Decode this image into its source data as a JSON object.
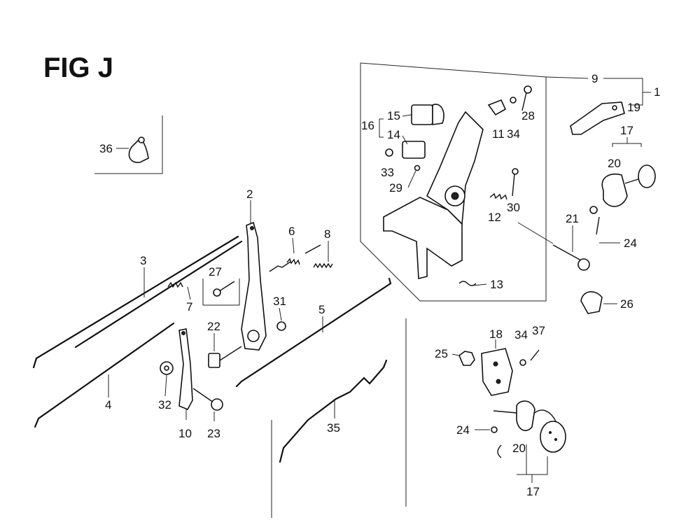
{
  "figure": {
    "title": "FIG J",
    "labels": {
      "l1": "1",
      "l2": "2",
      "l3": "3",
      "l4": "4",
      "l5": "5",
      "l6": "6",
      "l7": "7",
      "l8": "8",
      "l9": "9",
      "l10": "10",
      "l11": "11",
      "l12": "12",
      "l13": "13",
      "l14": "14",
      "l15": "15",
      "l16": "16",
      "l17a": "17",
      "l17b": "17",
      "l18": "18",
      "l19": "19",
      "l20a": "20",
      "l20b": "20",
      "l21": "21",
      "l22": "22",
      "l23": "23",
      "l24a": "24",
      "l24b": "24",
      "l25": "25",
      "l26": "26",
      "l27": "27",
      "l28": "28",
      "l29": "29",
      "l30": "30",
      "l31": "31",
      "l32": "32",
      "l33": "33",
      "l34a": "34",
      "l34b": "34",
      "l35": "35",
      "l36": "36",
      "l37": "37"
    }
  }
}
